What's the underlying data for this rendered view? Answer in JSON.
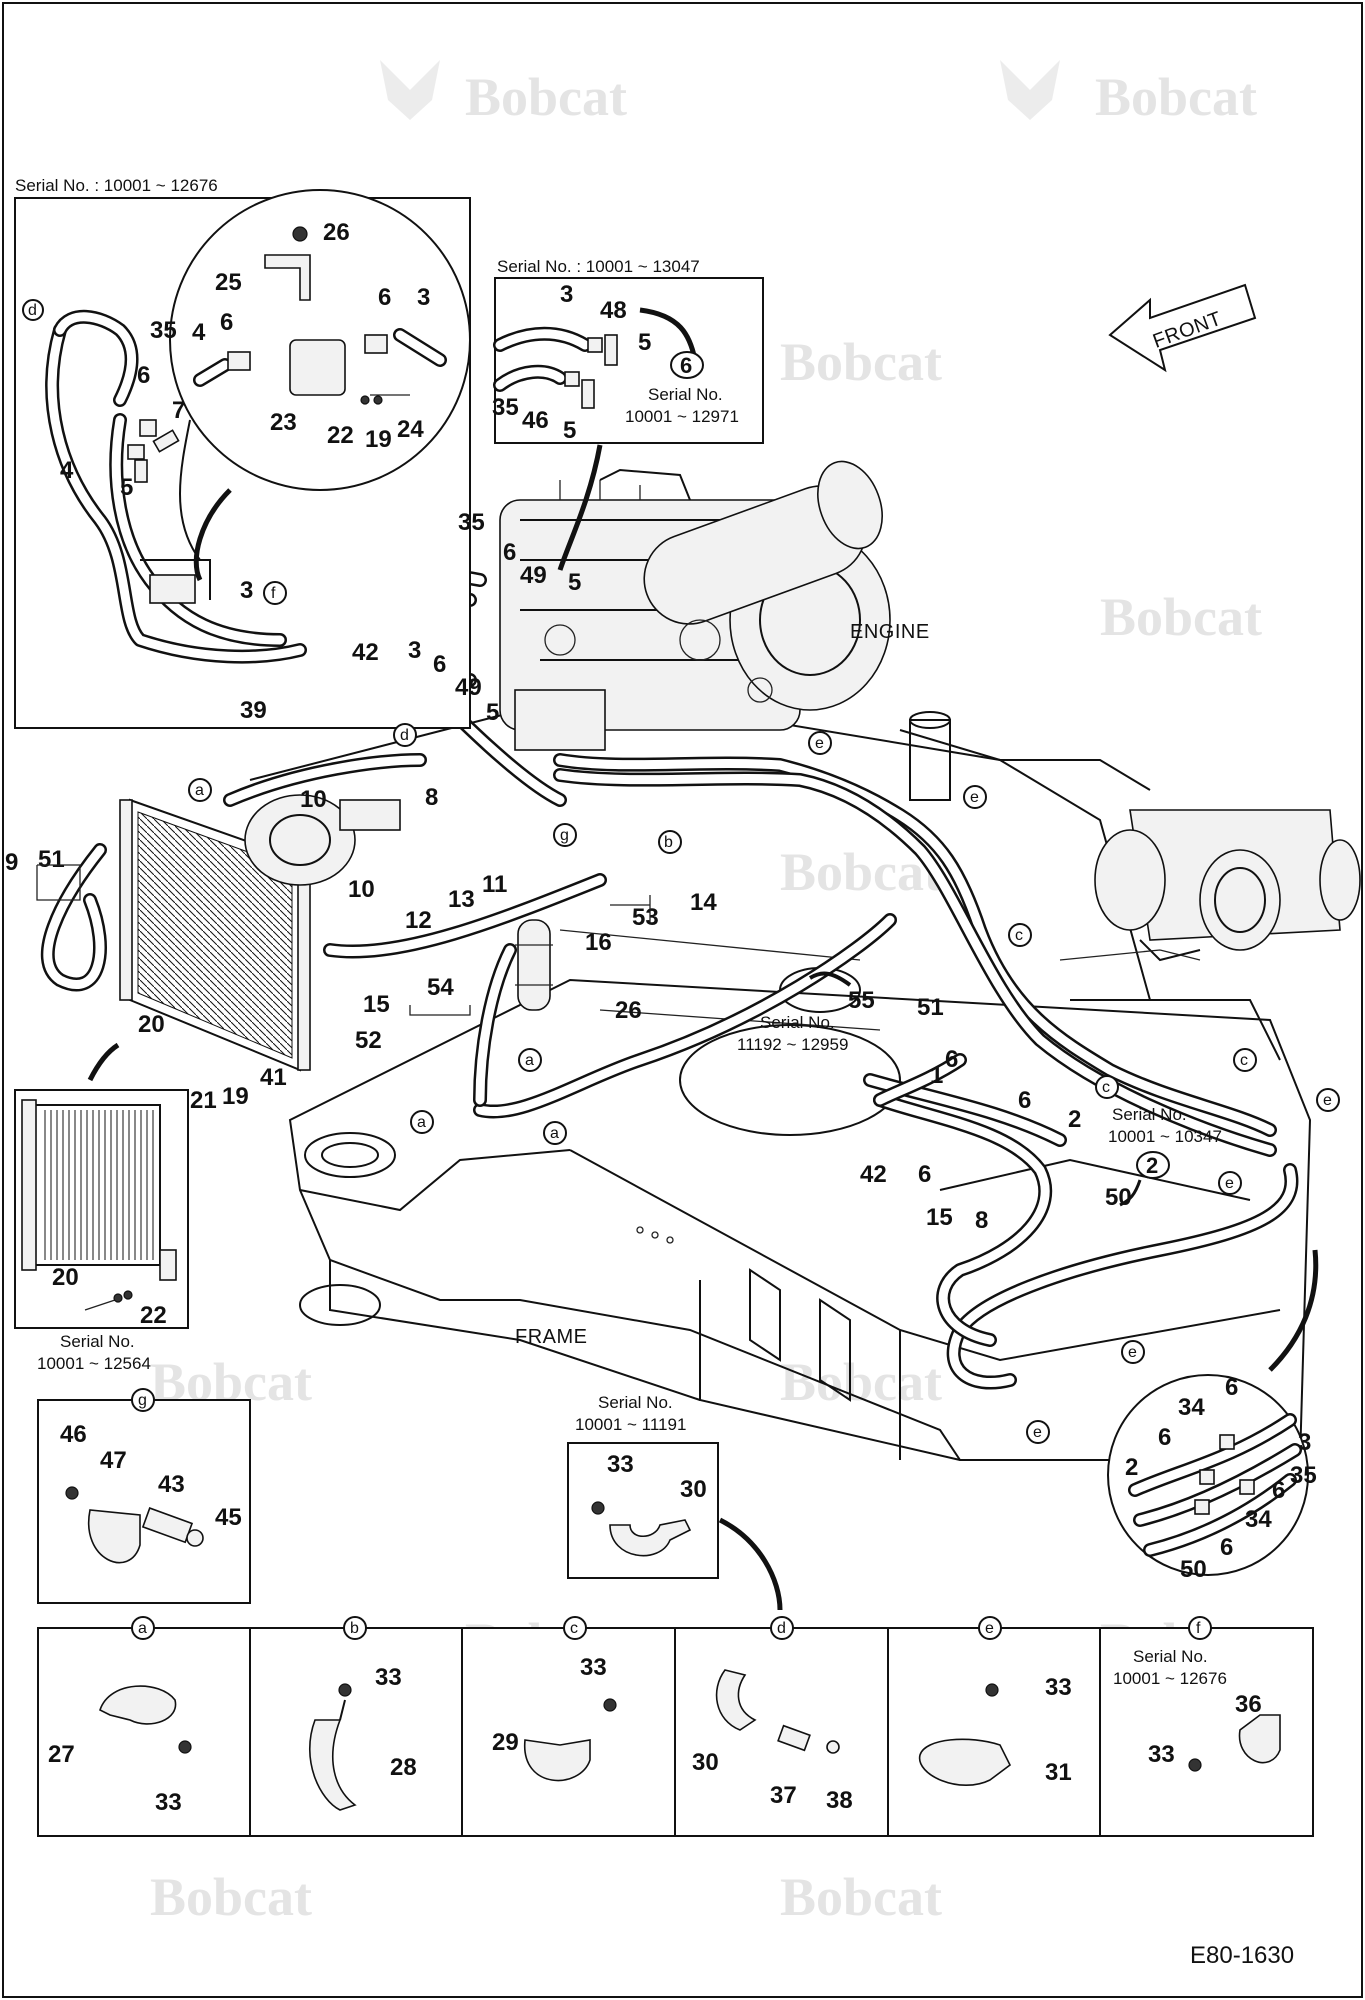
{
  "drawing_code": "E80-1630",
  "watermark_text": "Bobcat",
  "area_labels": {
    "engine": "ENGINE",
    "frame": "FRAME"
  },
  "front_arrow_label": "FRONT",
  "serial_notes": {
    "top_left": "Serial No. : 10001 ~ 12676",
    "top_mid": "Serial No. : 10001 ~ 13047",
    "ring6_label": "Serial No.",
    "ring6_range": "10001 ~ 12971",
    "condenser_label": "Serial No.",
    "condenser_range": "10001 ~ 12564",
    "center_label": "Serial No.",
    "center_range": "11192 ~ 12959",
    "right_label": "Serial No.",
    "right_range": "10001 ~ 10347",
    "clamp_label": "Serial No.",
    "clamp_range": "10001 ~ 11191",
    "f_label": "Serial No.",
    "f_range": "10001 ~ 12676"
  },
  "detail_refs": [
    "a",
    "b",
    "c",
    "d",
    "e",
    "f",
    "g"
  ],
  "callouts": {
    "c1": "1",
    "c2": "2",
    "c3": "3",
    "c4": "4",
    "c5": "5",
    "c6": "6",
    "c7": "7",
    "c8": "8",
    "c9": "9",
    "c10": "10",
    "c11": "11",
    "c12": "12",
    "c13": "13",
    "c14": "14",
    "c15": "15",
    "c16": "16",
    "c19": "19",
    "c20": "20",
    "c21": "21",
    "c22": "22",
    "c23": "23",
    "c24": "24",
    "c25": "25",
    "c26": "26",
    "c27": "27",
    "c28": "28",
    "c29": "29",
    "c30": "30",
    "c31": "31",
    "c33": "33",
    "c34": "34",
    "c35": "35",
    "c36": "36",
    "c37": "37",
    "c38": "38",
    "c39": "39",
    "c41": "41",
    "c42": "42",
    "c43": "43",
    "c45": "45",
    "c46": "46",
    "c47": "47",
    "c48": "48",
    "c49": "49",
    "c50": "50",
    "c51": "51",
    "c52": "52",
    "c53": "53",
    "c54": "54",
    "c55": "55"
  }
}
